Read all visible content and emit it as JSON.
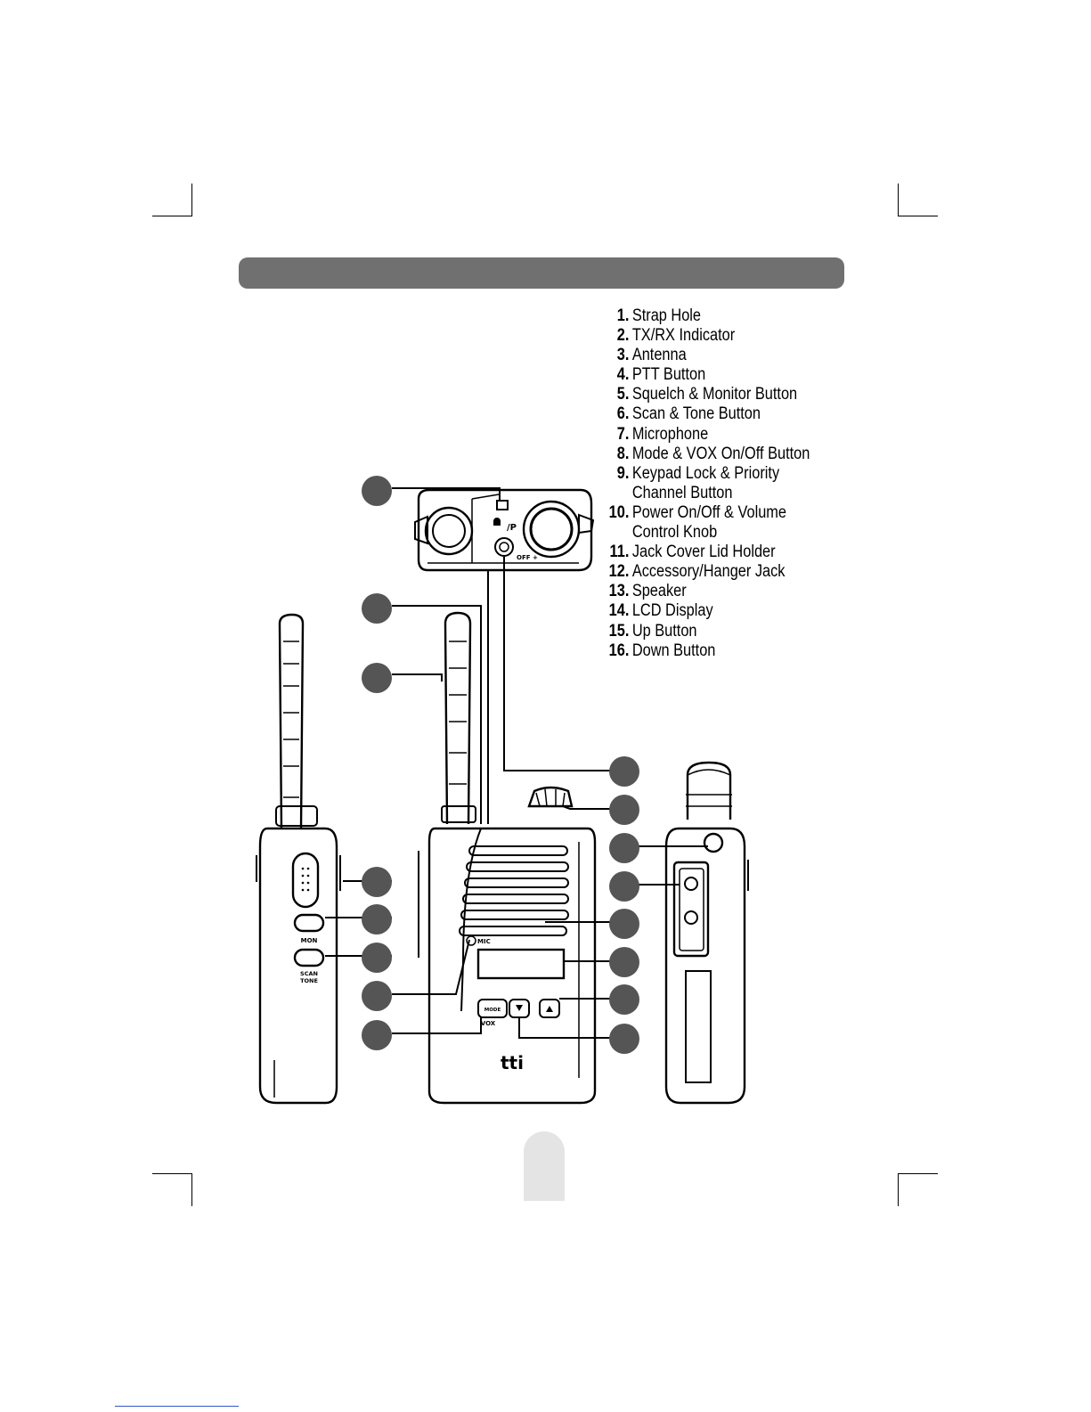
{
  "legend": [
    {
      "num": "1.",
      "text": "Strap Hole"
    },
    {
      "num": "2.",
      "text": "TX/RX Indicator"
    },
    {
      "num": "3.",
      "text": "Antenna"
    },
    {
      "num": "4.",
      "text": "PTT Button"
    },
    {
      "num": "5.",
      "text": "Squelch & Monitor Button"
    },
    {
      "num": "6.",
      "text": "Scan & Tone Button"
    },
    {
      "num": "7.",
      "text": "Microphone"
    },
    {
      "num": "8.",
      "text": "Mode & VOX On/Off Button"
    },
    {
      "num": "9.",
      "text": "Keypad Lock & Priority\nChannel Button"
    },
    {
      "num": "10.",
      "text": "Power On/Off & Volume\nControl Knob"
    },
    {
      "num": "11.",
      "text": "Jack Cover Lid Holder"
    },
    {
      "num": "12.",
      "text": "Accessory/Hanger Jack"
    },
    {
      "num": "13.",
      "text": "Speaker"
    },
    {
      "num": "14.",
      "text": "LCD Display"
    },
    {
      "num": "15.",
      "text": "Up Button"
    },
    {
      "num": "16.",
      "text": "Down Button"
    }
  ],
  "device_labels": {
    "mon": "MON",
    "scan": "SCAN",
    "tone": "TONE",
    "mic": "MIC",
    "mode": "MODE",
    "vox": "VOX",
    "brand": "tti",
    "lock_p": "/P",
    "off": "OFF +"
  },
  "colors": {
    "header_bar": "#707070",
    "callout_circle": "#555555",
    "page_tab": "#e4e4e4"
  }
}
